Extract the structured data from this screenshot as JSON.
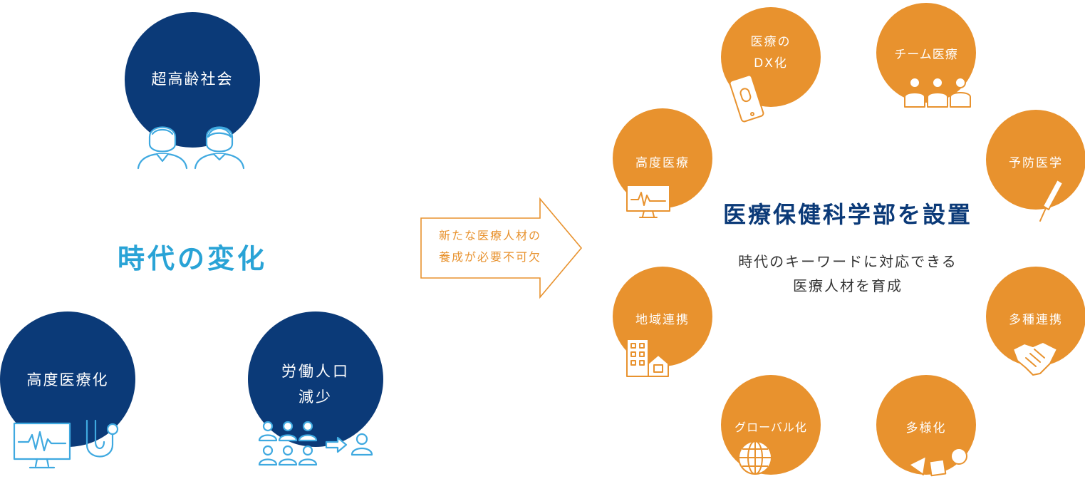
{
  "left": {
    "title": "時代の変化",
    "circles": {
      "aging_society": "超高齢社会",
      "advanced_medicine": "高度医療化",
      "labor_decline_line1": "労働人口",
      "labor_decline_line2": "減少"
    }
  },
  "arrow": {
    "line1": "新たな医療人材の",
    "line2": "養成が必要不可欠"
  },
  "right": {
    "heading": "医療保健科学部を設置",
    "subtext_line1": "時代のキーワードに対応できる",
    "subtext_line2": "医療人材を育成",
    "keywords": {
      "dx_line1": "医療の",
      "dx_line2": "DX化",
      "team_medicine": "チーム医療",
      "advanced_medicine": "高度医療",
      "preventive_medicine": "予防医学",
      "regional_cooperation": "地域連携",
      "interprofessional": "多種連携",
      "globalization": "グローバル化",
      "diversity": "多様化"
    }
  },
  "colors": {
    "navy": "#0b3a78",
    "orange": "#e8922e",
    "light_blue": "#29a3d6",
    "icon_blue": "#3fa9e0"
  }
}
